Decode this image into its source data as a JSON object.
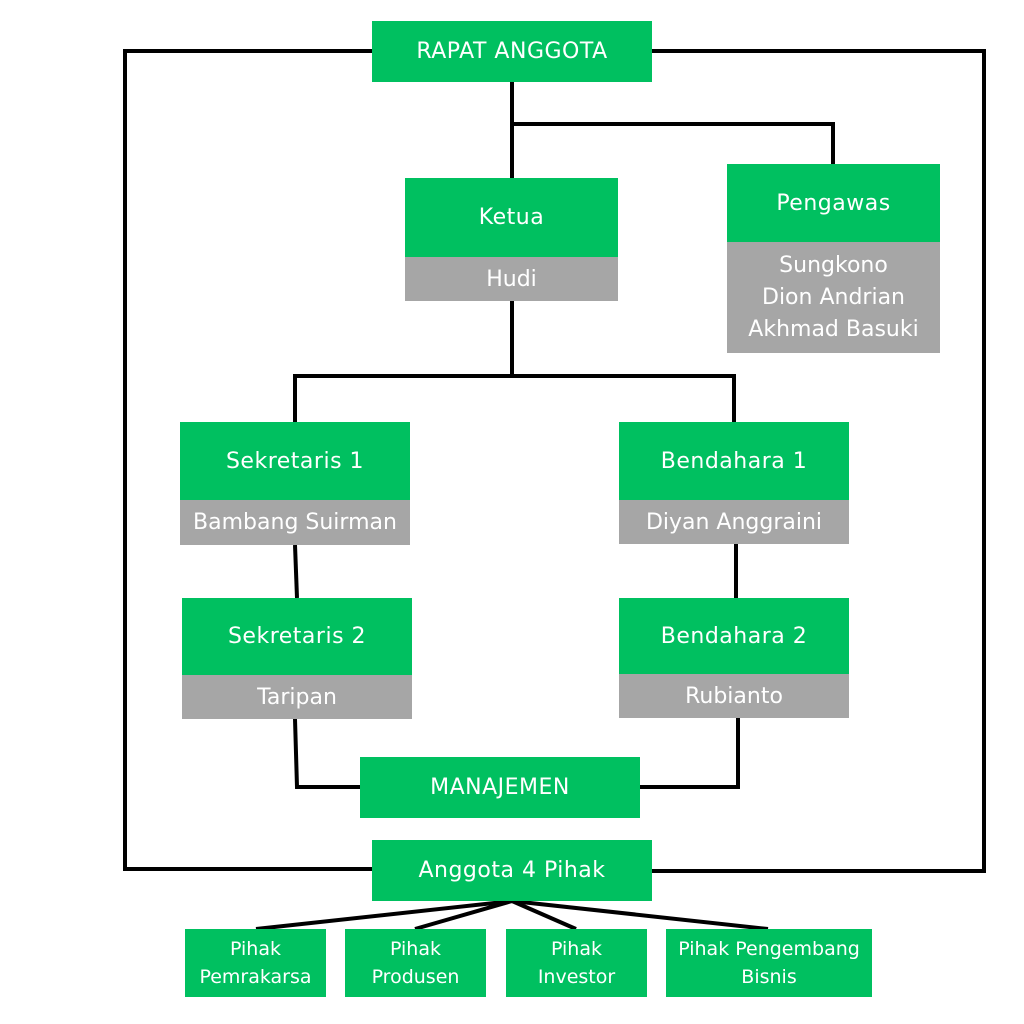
{
  "colors": {
    "box_green": "#00c060",
    "box_grey": "#a6a6a6",
    "connector": "#000000",
    "text": "#ffffff"
  },
  "nodes": {
    "rapat_anggota": "RAPAT ANGGOTA",
    "ketua": {
      "title": "Ketua",
      "name": "Hudi"
    },
    "pengawas": {
      "title": "Pengawas",
      "names": [
        "Sungkono",
        "Dion Andrian",
        "Akhmad Basuki"
      ]
    },
    "sekretaris_1": {
      "title": "Sekretaris 1",
      "name": "Bambang Suirman"
    },
    "sekretaris_2": {
      "title": "Sekretaris 2",
      "name": "Taripan"
    },
    "bendahara_1": {
      "title": "Bendahara 1",
      "name": "Diyan Anggraini"
    },
    "bendahara_2": {
      "title": "Bendahara 2",
      "name": "Rubianto"
    },
    "manajemen": "MANAJEMEN",
    "anggota": "Anggota 4 Pihak",
    "pihak": [
      [
        "Pihak",
        "Pemrakarsa"
      ],
      [
        "Pihak",
        "Produsen"
      ],
      [
        "Pihak",
        "Investor"
      ],
      [
        "Pihak Pengembang",
        "Bisnis"
      ]
    ]
  }
}
